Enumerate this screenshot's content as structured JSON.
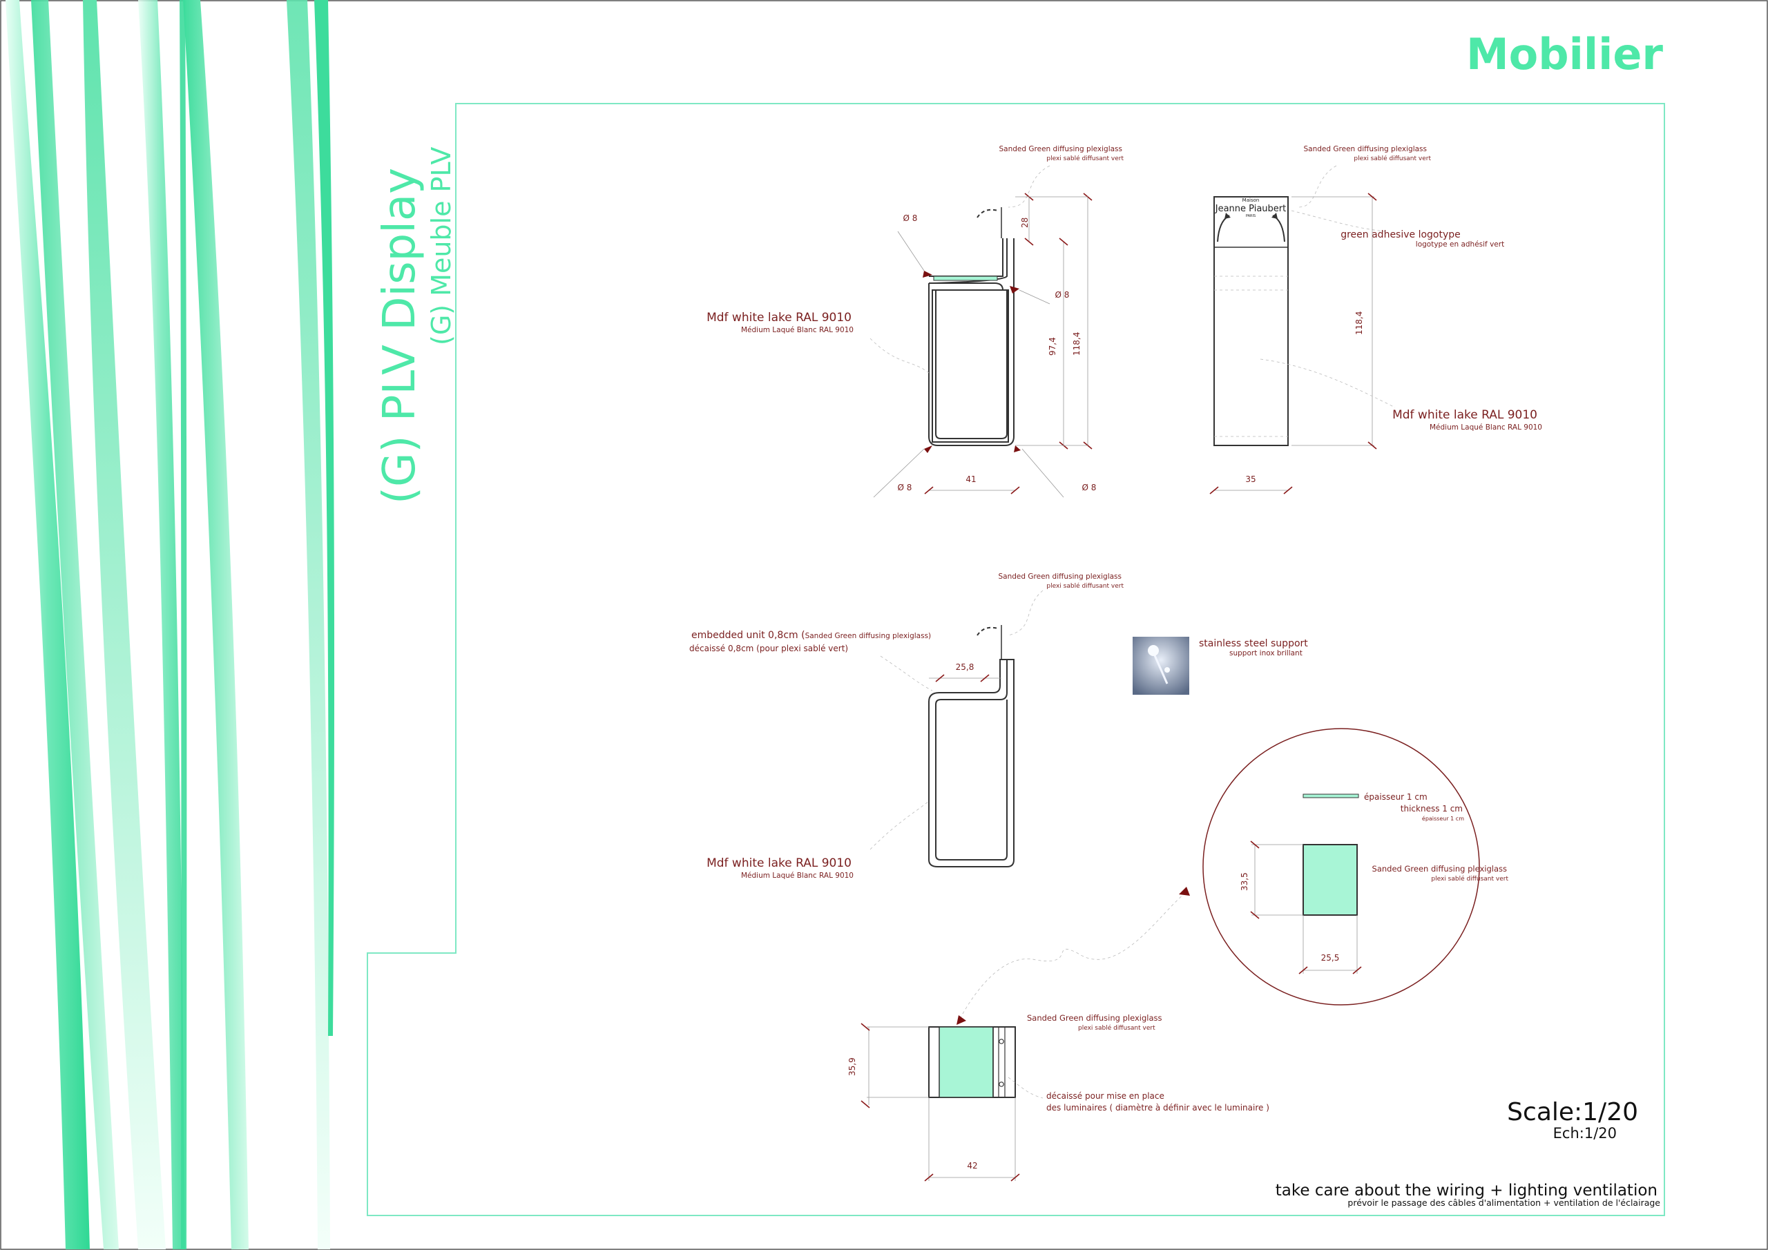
{
  "header": {
    "title": "Mobilier",
    "vertical_title": "(G)  PLV Display",
    "vertical_subtitle": "(G) Meuble PLV"
  },
  "colors": {
    "accent": "#4ee8a8",
    "annotation": "#7a1f1f",
    "glass": "#a8f5d6",
    "frame": "#7ee8c4"
  },
  "view_top": {
    "glass_en": "Sanded Green diffusing plexiglass",
    "glass_fr": "plexi sablé diffusant vert",
    "mdf_en": "Mdf white lake RAL  9010",
    "mdf_fr": "Médium Laqué Blanc RAL  9010",
    "dims": {
      "d1": "Ø 8",
      "d2": "Ø 8",
      "d3": "Ø 8",
      "d4": "Ø 8",
      "h28": "28",
      "h974": "97,4",
      "h1184": "118,4",
      "w41": "41"
    }
  },
  "view_front": {
    "glass_en": "Sanded Green diffusing plexiglass",
    "glass_fr": "plexi sablé diffusant vert",
    "logo_en": "green adhesive logotype",
    "logo_fr": "logotype en adhésif vert",
    "mdf_en": "Mdf white lake RAL  9010",
    "mdf_fr": "Médium Laqué Blanc RAL  9010",
    "logo_small": "Maison",
    "logo_brand": "Jeanne Piaubert",
    "logo_city": "PARIS",
    "dims": {
      "h1184": "118,4",
      "w35": "35"
    }
  },
  "view_section": {
    "glass_en": "Sanded Green diffusing plexiglass",
    "glass_fr": "plexi sablé diffusant vert",
    "embedded_en": "embedded unit  0,8cm (",
    "embedded_en_small": "Sanded Green diffusing plexiglass)",
    "embedded_fr": "décaissé    0,8cm (pour plexi sablé vert)",
    "mdf_en": "Mdf white lake RAL  9010",
    "mdf_fr": "Médium Laqué Blanc RAL  9010",
    "support_en": "stainless steel support",
    "support_fr": "support inox brillant",
    "dims": {
      "w258": "25,8"
    }
  },
  "detail": {
    "epaisseur": "épaisseur 1 cm",
    "thickness": "thickness 1 cm",
    "epaisseur_small": "épaisseur 1 cm",
    "glass_en": "Sanded Green diffusing plexiglass",
    "glass_fr": "plexi sablé diffusant vert",
    "dims": {
      "h335": "33,5",
      "w255": "25,5"
    }
  },
  "view_plan": {
    "glass_en": "Sanded Green diffusing plexiglass",
    "glass_fr": "plexi sablé diffusant vert",
    "recess_l1": "décaissé pour mise en place",
    "recess_l2": "des luminaires   ( diamètre à définir avec le luminaire )",
    "dims": {
      "h359": "35,9",
      "w42": "42"
    }
  },
  "footer": {
    "scale": "Scale:1/20",
    "ech": "Ech:1/20",
    "note_en": "take care about the wiring + lighting ventilation",
    "note_fr": "prévoir le passage des câbles d'alimentation + ventilation de l'éclairage"
  },
  "icons": [
    "grass-blade-decoration",
    "brand-logo-icon",
    "support-photo-icon"
  ]
}
